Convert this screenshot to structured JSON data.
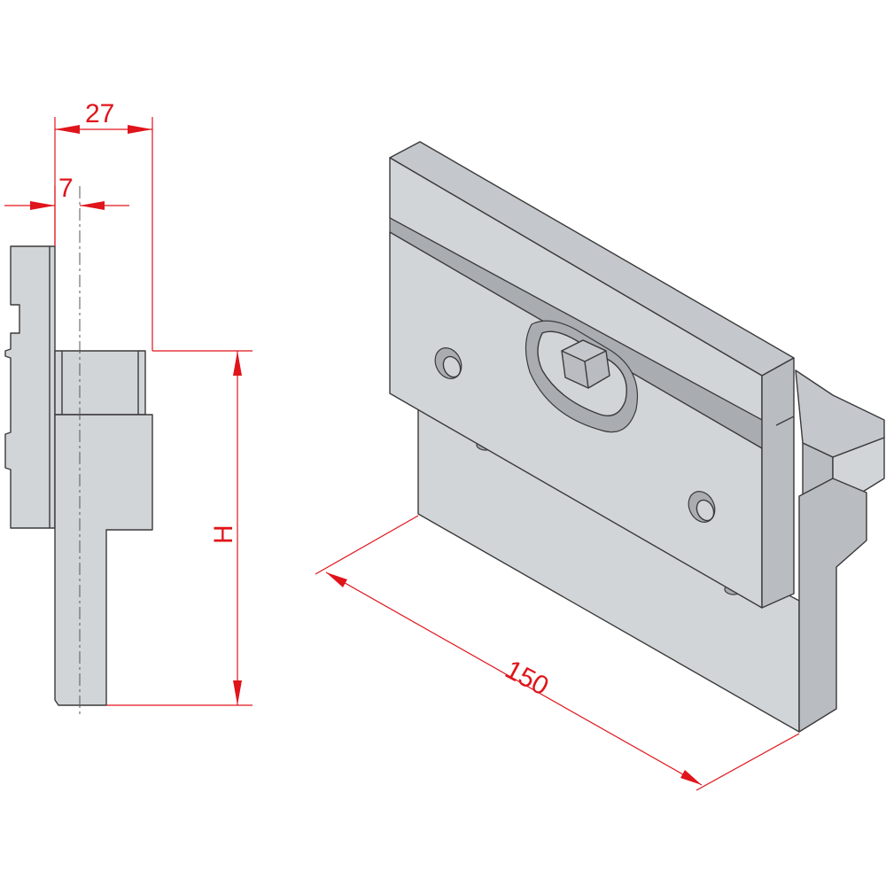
{
  "dimensions": {
    "overall_depth": "27",
    "offset": "7",
    "height": "H",
    "length": "150"
  },
  "colors": {
    "dimension_red": "#e0141b",
    "steel_front": "#d2d5d8",
    "steel_top": "#c4c7cb",
    "steel_side": "#b9bcc1",
    "outline": "#3a3a3a"
  }
}
